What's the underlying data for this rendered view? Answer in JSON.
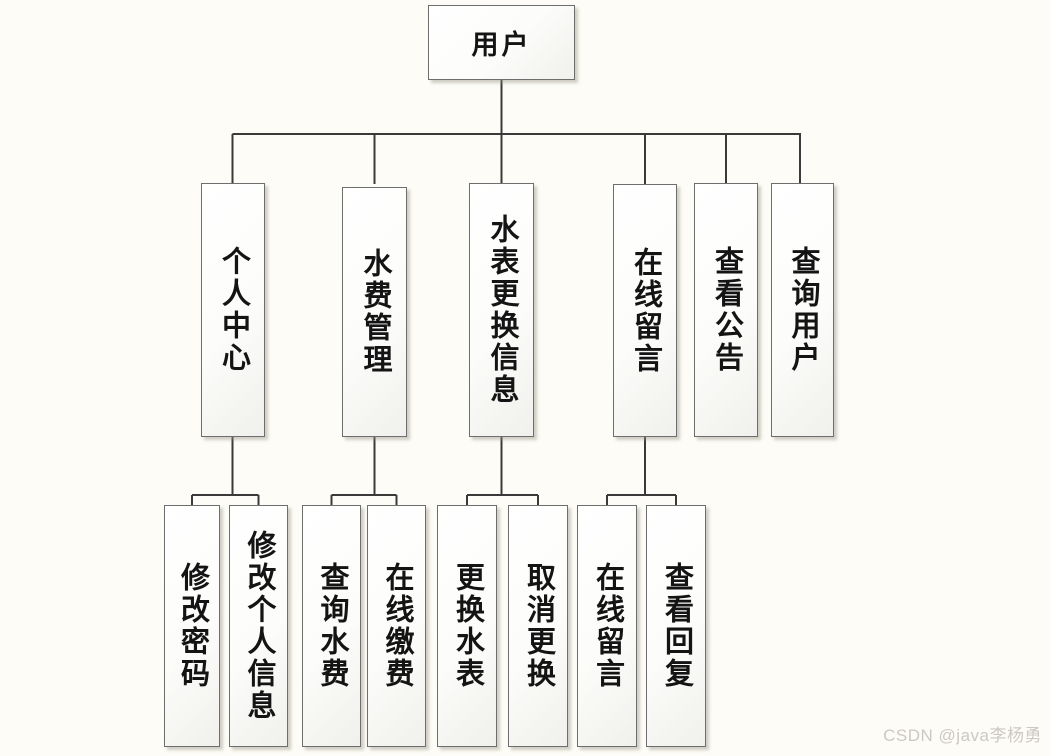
{
  "watermark": "CSDN @java李杨勇",
  "colors": {
    "background": "#fdfcf6",
    "node_fill": "#ffffff",
    "node_border": "#6e6e6e",
    "line": "#3a3a3a",
    "text": "#141414",
    "watermark_text": "#ccc9c1"
  },
  "tree": {
    "label": "用户",
    "children": [
      {
        "label": "个人中心",
        "children": [
          {
            "label": "修改密码"
          },
          {
            "label": "修改个人信息"
          }
        ]
      },
      {
        "label": "水费管理",
        "children": [
          {
            "label": "查询水费"
          },
          {
            "label": "在线缴费"
          }
        ]
      },
      {
        "label": "水表更换信息",
        "children": [
          {
            "label": "更换水表"
          },
          {
            "label": "取消更换"
          }
        ]
      },
      {
        "label": "在线留言",
        "children": [
          {
            "label": "在线留言"
          },
          {
            "label": "查看回复"
          }
        ]
      },
      {
        "label": "查看公告",
        "children": []
      },
      {
        "label": "查询用户",
        "children": []
      }
    ]
  }
}
